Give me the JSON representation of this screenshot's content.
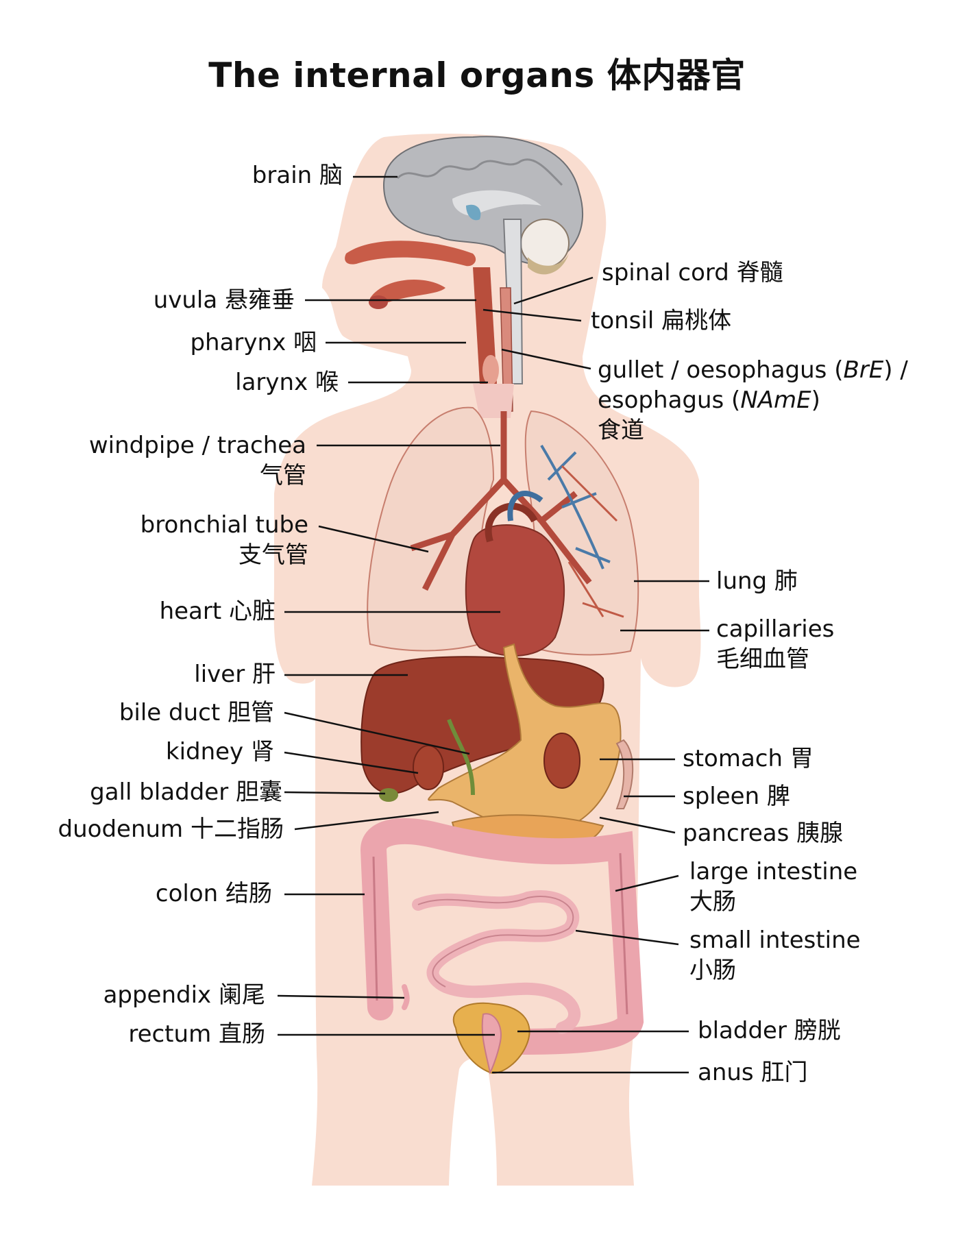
{
  "title": "The internal organs  体内器官",
  "colors": {
    "body": "#f9ddd0",
    "brain": "#b8b9bd",
    "lung": "#f3d5c8",
    "lung_vessels": "#b34a3c",
    "heart": "#b2483e",
    "liver": "#9c3c2c",
    "stomach": "#eab46a",
    "intestine": "#eba5ad",
    "bladder": "#e7b04e",
    "vein_blue": "#4a7aa8",
    "line": "#111111"
  },
  "labels": {
    "brain": "brain 脑",
    "uvula": "uvula 悬雍垂",
    "pharynx": "pharynx 咽",
    "larynx": "larynx 喉",
    "windpipe": "windpipe / trachea",
    "windpipe_zh": "气管",
    "bronchial": "bronchial tube",
    "bronchial_zh": "支气管",
    "heart": "heart 心脏",
    "liver": "liver 肝",
    "bile_duct": "bile duct 胆管",
    "kidney": "kidney 肾",
    "gall_bladder": "gall bladder 胆囊",
    "duodenum": "duodenum 十二指肠",
    "colon": "colon 结肠",
    "appendix": "appendix 阑尾",
    "rectum": "rectum 直肠",
    "spinal_cord": "spinal cord 脊髓",
    "tonsil": "tonsil 扁桃体",
    "gullet_1": "gullet / oesophagus",
    "gullet_bre": "BrE",
    "gullet_2": "esophagus",
    "gullet_name": "NAmE",
    "gullet_zh": "食道",
    "lung": "lung 肺",
    "capillaries": "capillaries",
    "capillaries_zh": "毛细血管",
    "stomach": "stomach 胃",
    "spleen": "spleen 脾",
    "pancreas": "pancreas 胰腺",
    "large_intestine": "large intestine",
    "large_intestine_zh": "大肠",
    "small_intestine": "small intestine",
    "small_intestine_zh": "小肠",
    "bladder": "bladder 膀胱",
    "anus": "anus 肛门"
  }
}
